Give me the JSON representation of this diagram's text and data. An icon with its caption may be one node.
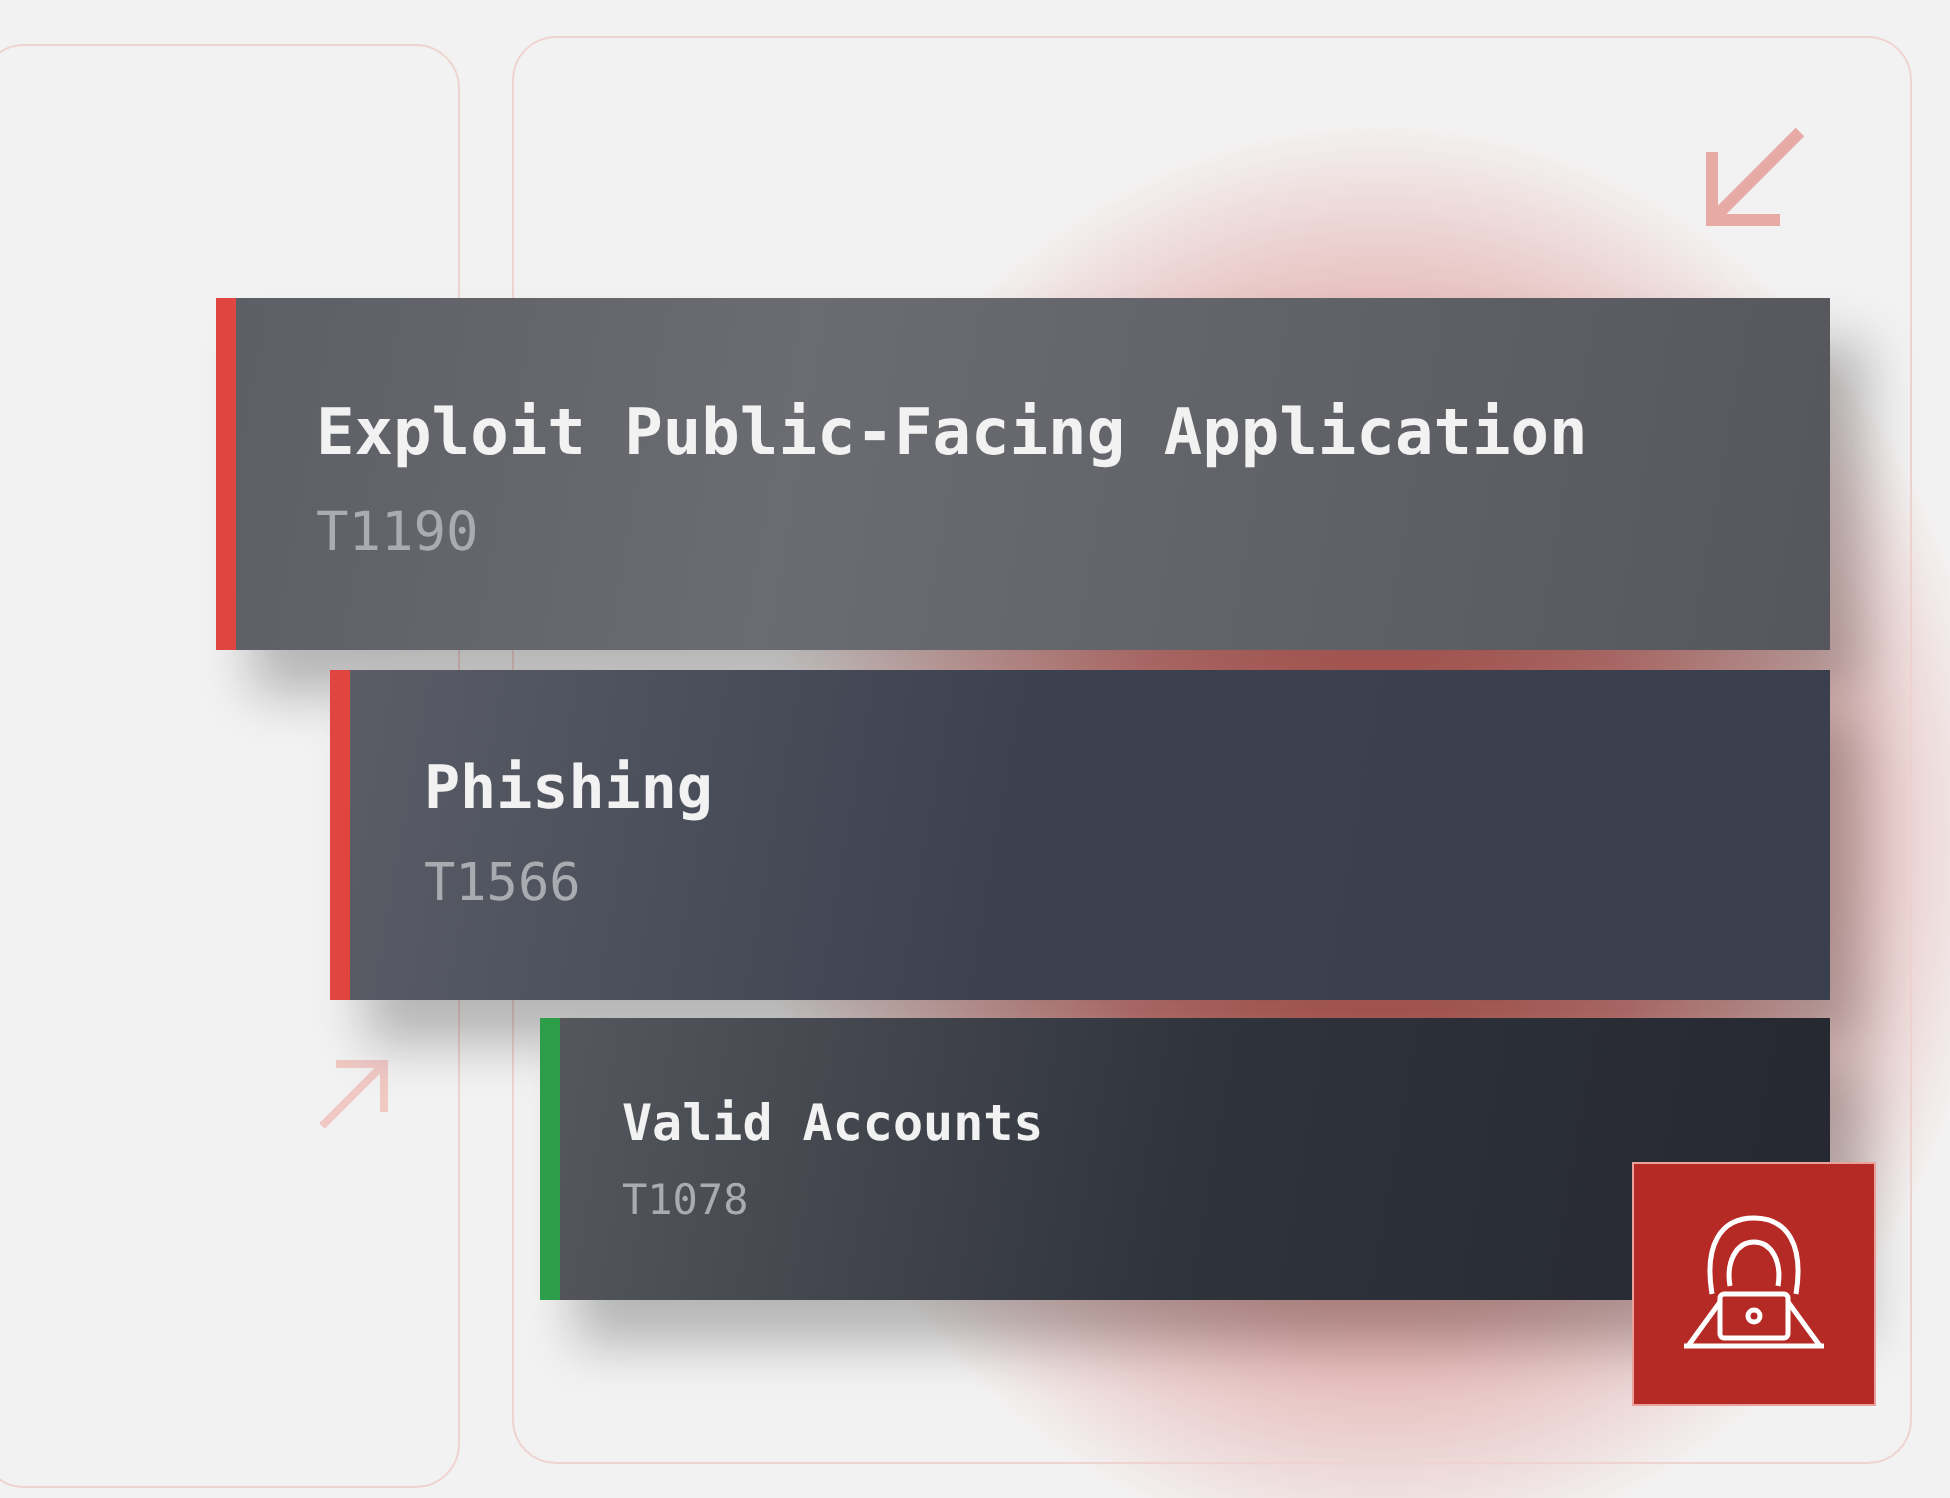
{
  "diagram": {
    "nodes": [
      {
        "text": [
          "Exploit Public-Facing Application",
          "T1190"
        ]
      },
      {
        "text": [
          "Phishing",
          "T1566"
        ]
      },
      {
        "text": [
          "Valid Accounts",
          "T1078"
        ]
      }
    ]
  }
}
